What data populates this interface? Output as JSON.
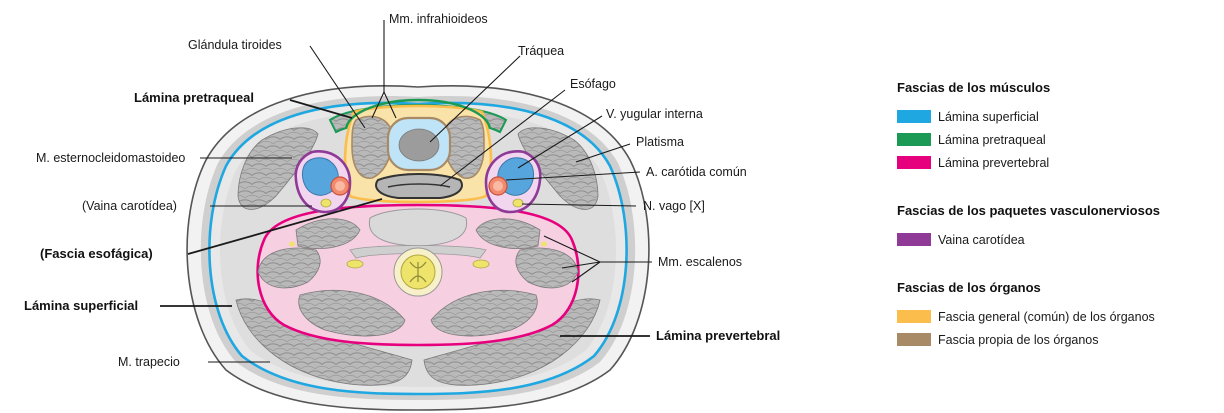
{
  "labels": {
    "mm_infrahioideos": "Mm. infrahioideos",
    "glandula_tiroides": "Glándula tiroides",
    "traquea": "Tráquea",
    "esofago": "Esófago",
    "lamina_pretraqueal": "Lámina pretraqueal",
    "v_yugular_interna": "V. yugular interna",
    "platisma": "Platisma",
    "m_esternocleidomastoideo": "M. esternocleidomastoideo",
    "a_carotida_comun": "A. carótida común",
    "vaina_carotidea": "(Vaina carotídea)",
    "n_vago": "N. vago [X]",
    "fascia_esofagica": "(Fascia esofágica)",
    "mm_escalenos": "Mm. escalenos",
    "lamina_superficial": "Lámina superficial",
    "lamina_prevertebral": "Lámina prevertebral",
    "m_trapecio": "M. trapecio"
  },
  "legend": [
    {
      "title": "Fascias de los músculos",
      "items": [
        {
          "label": "Lámina superficial",
          "color": "#1ea7e1"
        },
        {
          "label": "Lámina pretraqueal",
          "color": "#1a9a55"
        },
        {
          "label": "Lámina prevertebral",
          "color": "#e6007e"
        }
      ]
    },
    {
      "title": "Fascias de los paquetes vasculonerviosos",
      "items": [
        {
          "label": "Vaina carotídea",
          "color": "#8e3a96"
        }
      ]
    },
    {
      "title": "Fascias de los órganos",
      "items": [
        {
          "label": "Fascia general (común) de los órganos",
          "color": "#fbbd4c"
        },
        {
          "label": "Fascia propia de los órganos",
          "color": "#a88a67"
        }
      ]
    }
  ]
}
